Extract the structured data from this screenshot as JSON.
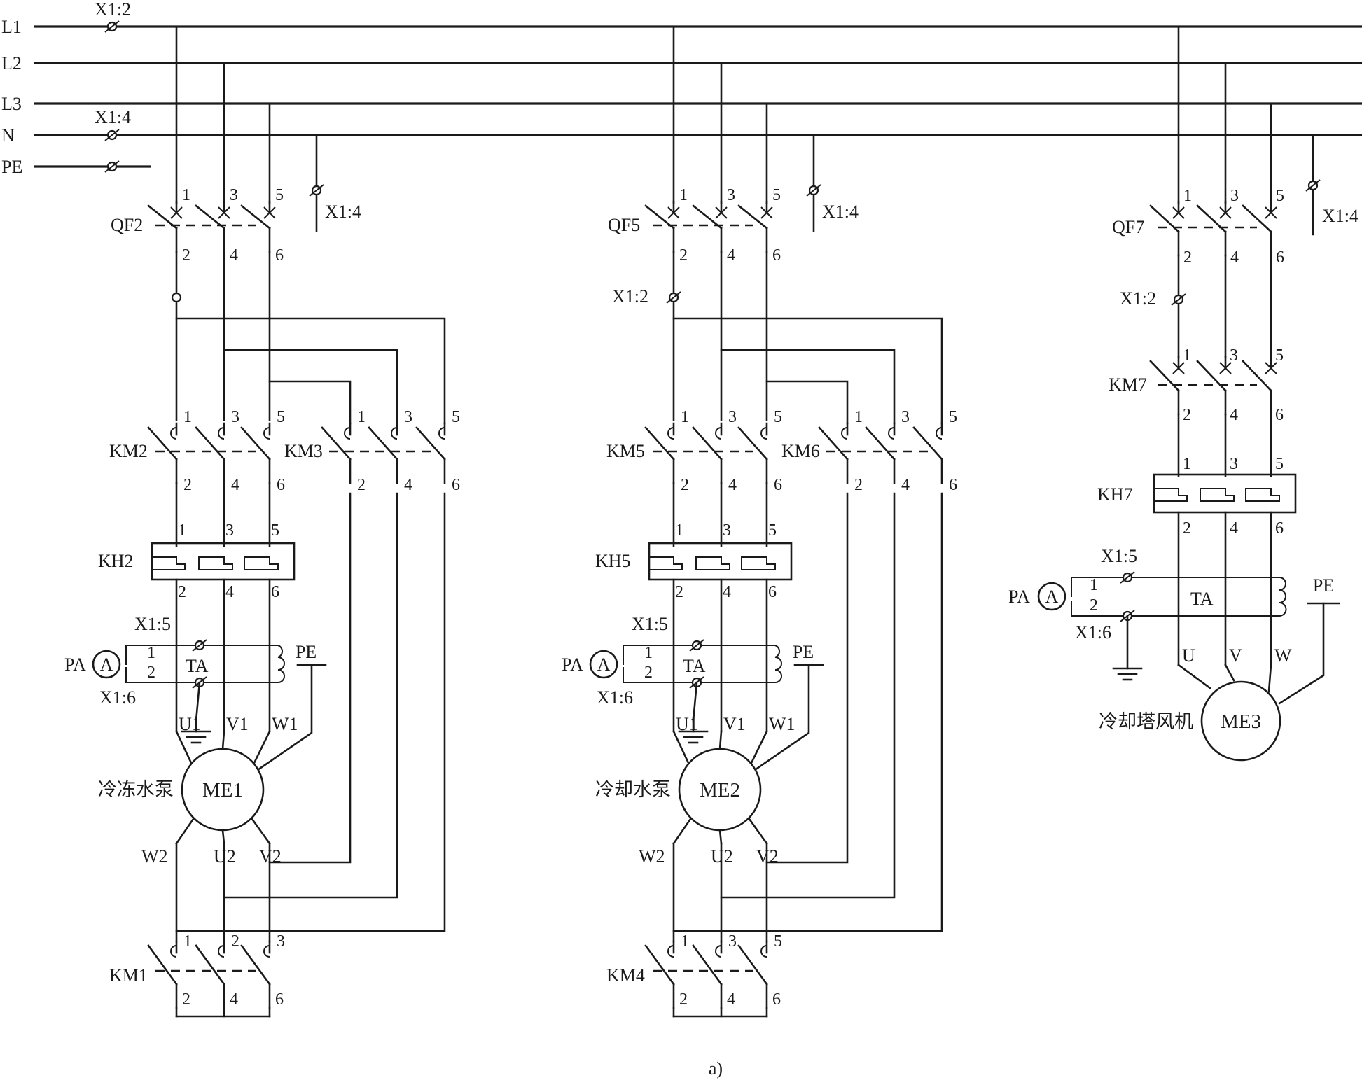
{
  "caption": "a)",
  "bus": {
    "lines": [
      "L1",
      "L2",
      "L3",
      "N",
      "PE"
    ],
    "terminals": [
      "X1:2",
      "X1:4"
    ]
  },
  "terminals": {
    "x12": "X1:2",
    "x14": "X1:4",
    "x15": "X1:5",
    "x16": "X1:6"
  },
  "units": [
    {
      "breaker": "QF2",
      "contactors": [
        "KM2",
        "KM3",
        "KM1"
      ],
      "relay": "KH2",
      "meter": "PA",
      "meter_symbol": "A",
      "ct": "TA",
      "pe": "PE",
      "motor": "ME1",
      "motor_name": "冷冻水泵",
      "top_leads": [
        "U1",
        "V1",
        "W1"
      ],
      "bottom_leads": [
        "W2",
        "U2",
        "V2"
      ]
    },
    {
      "breaker": "QF5",
      "contactors": [
        "KM5",
        "KM6",
        "KM4"
      ],
      "relay": "KH5",
      "meter": "PA",
      "meter_symbol": "A",
      "ct": "TA",
      "pe": "PE",
      "motor": "ME2",
      "motor_name": "冷却水泵",
      "top_leads": [
        "U1",
        "V1",
        "W1"
      ],
      "bottom_leads": [
        "W2",
        "U2",
        "V2"
      ]
    },
    {
      "breaker": "QF7",
      "contactors": [
        "KM7"
      ],
      "relay": "KH7",
      "meter": "PA",
      "meter_symbol": "A",
      "ct": "TA",
      "pe": "PE",
      "motor": "ME3",
      "motor_name": "冷却塔风机",
      "leads": [
        "U",
        "V",
        "W"
      ]
    }
  ],
  "pins": {
    "odd": [
      "1",
      "3",
      "5"
    ],
    "even": [
      "2",
      "4",
      "6"
    ],
    "km1_top": [
      "1",
      "2",
      "3"
    ],
    "ct": [
      "1",
      "2"
    ]
  }
}
